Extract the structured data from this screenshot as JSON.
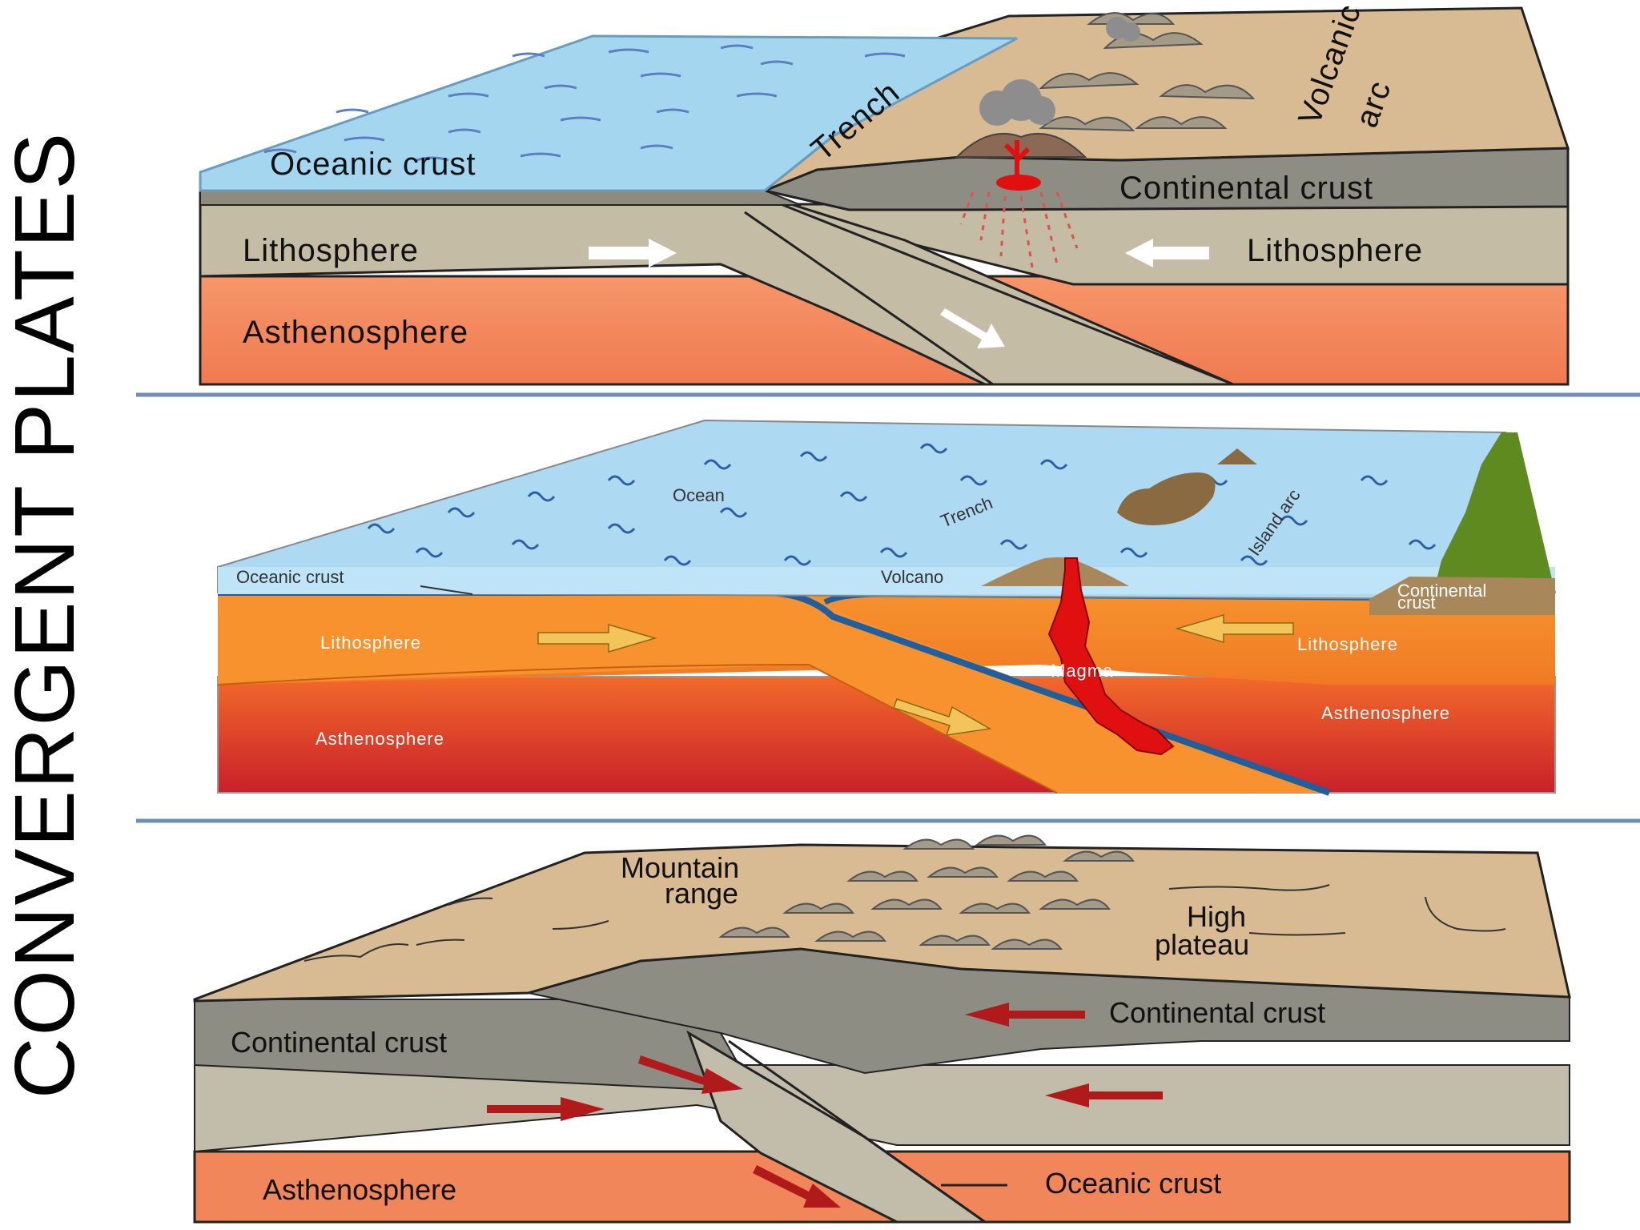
{
  "title": "CONVERGENT PLATES",
  "colors": {
    "ocean": "#9fd3ef",
    "crust_grey": "#bdb8a6",
    "asthenosphere_top": "#f58a5c",
    "continental_tan": "#d4b58d",
    "dark_crust": "#8a8a80",
    "lithosphere_orange": "#f58a2e",
    "magma": "#e01010",
    "divider": "#6f8fb8",
    "arrow_red": "#b01a1a",
    "arrow_yellow": "#f2c45a"
  },
  "panel1": {
    "oceanic_crust": "Oceanic crust",
    "trench": "Trench",
    "volcanic_arc_1": "Volcanic",
    "volcanic_arc_2": "arc",
    "continental_crust": "Continental crust",
    "lithosphere_left": "Lithosphere",
    "lithosphere_right": "Lithosphere",
    "asthenosphere": "Asthenosphere"
  },
  "panel2": {
    "ocean": "Ocean",
    "trench": "Trench",
    "island_arc": "Island arc",
    "oceanic_crust": "Oceanic crust",
    "volcano": "Volcano",
    "continental_crust_1": "Continental",
    "continental_crust_2": "crust",
    "lithosphere_left": "Lithosphere",
    "lithosphere_right": "Lithosphere",
    "magma": "Magma",
    "asthenosphere_left": "Asthenosphere",
    "asthenosphere_right": "Asthenosphere"
  },
  "panel3": {
    "mountain_range_1": "Mountain",
    "mountain_range_2": "range",
    "high_plateau_1": "High",
    "high_plateau_2": "plateau",
    "continental_crust_right": "Continental crust",
    "continental_crust_left": "Continental crust",
    "asthenosphere": "Asthenosphere",
    "oceanic_crust": "Oceanic crust"
  }
}
